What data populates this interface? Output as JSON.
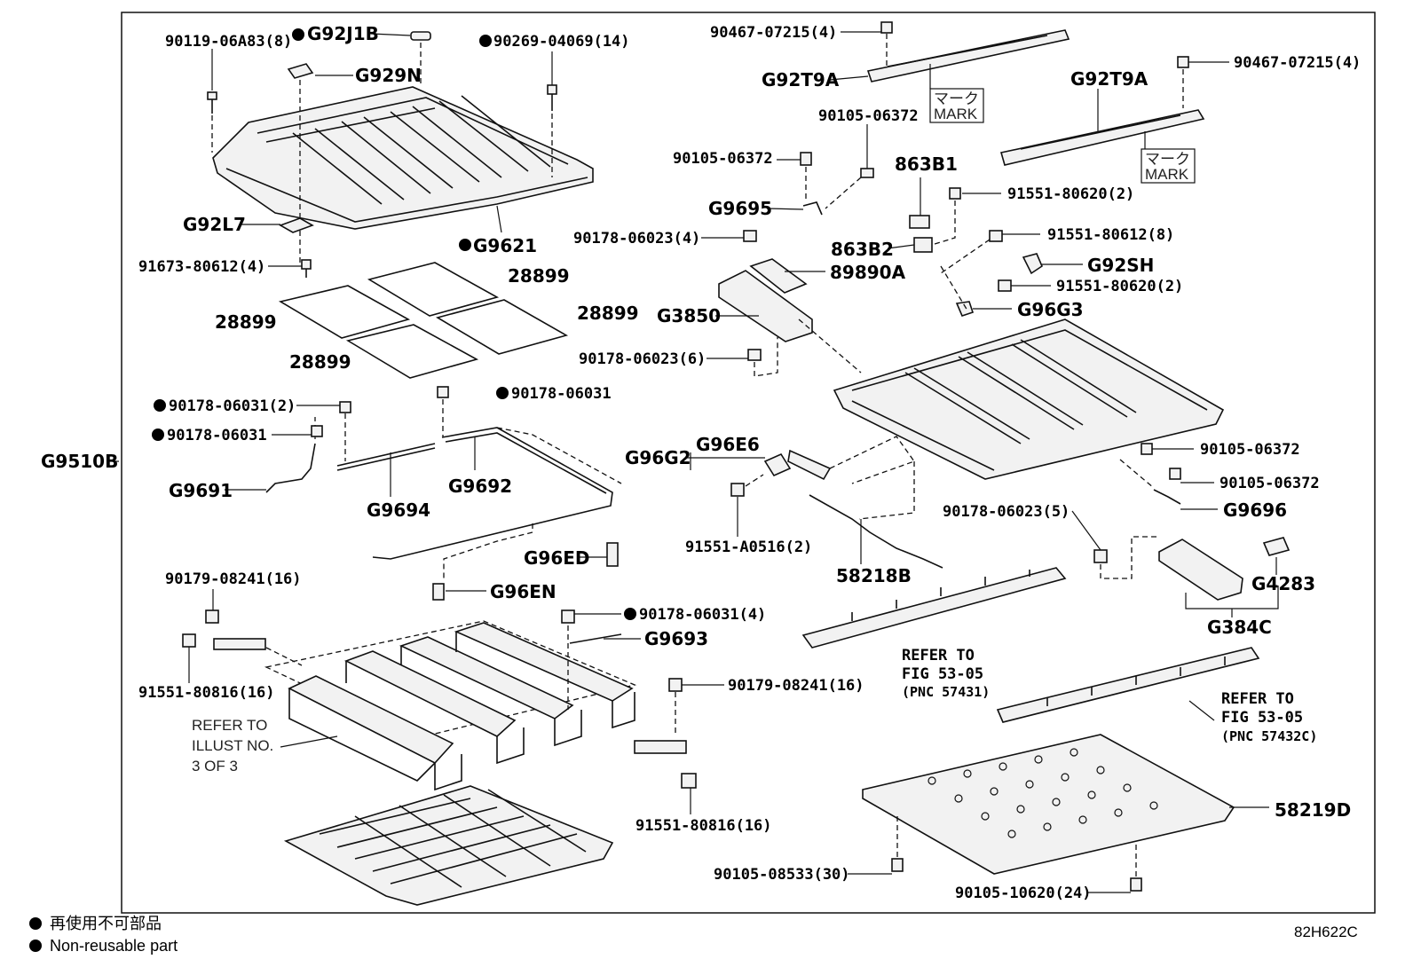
{
  "diagram_code": "82H622C",
  "legend": {
    "jp": "再使用不可部品",
    "en": "Non-reusable part"
  },
  "mark_label_jp": "マーク",
  "mark_label_en": "MARK",
  "refer_illust": [
    "REFER TO",
    "ILLUST NO.",
    "3 OF 3"
  ],
  "refer_fig_1": [
    "REFER TO",
    "FIG 53-05",
    "(PNC 57431)"
  ],
  "refer_fig_2": [
    "REFER TO",
    "FIG 53-05",
    "(PNC 57432C)"
  ],
  "labels": {
    "p90119": "90119-06A83(8)",
    "pG92J1B": "G92J1B",
    "p90269": "90269-04069(14)",
    "pG929N": "G929N",
    "pG92L7": "G92L7",
    "pG9621": "G9621",
    "p91673": "91673-80612(4)",
    "p28899a": "28899",
    "p28899b": "28899",
    "p28899c": "28899",
    "p28899d": "28899",
    "pG9510B": "G9510B",
    "p90178_2": "90178-06031(2)",
    "p90178_a": "90178-06031",
    "p90178_b": "90178-06031",
    "pG9691": "G9691",
    "pG9694": "G9694",
    "pG9692": "G9692",
    "pG96ED": "G96ED",
    "pG96EN": "G96EN",
    "p90179a": "90179-08241(16)",
    "p90178_4": "90178-06031(4)",
    "pG9693": "G9693",
    "p91551_816a": "91551-80816(16)",
    "p90179b": "90179-08241(16)",
    "p91551_816b": "91551-80816(16)",
    "p90467a": "90467-07215(4)",
    "pG92T9Aa": "G92T9A",
    "p90467b": "90467-07215(4)",
    "pG92T9Ab": "G92T9A",
    "p90105a": "90105-06372",
    "p90105b": "90105-06372",
    "p863B1": "863B1",
    "p91551_620a": "91551-80620(2)",
    "pG9695": "G9695",
    "p90178_023_4": "90178-06023(4)",
    "p863B2": "863B2",
    "p91551_612": "91551-80612(8)",
    "p89890A": "89890A",
    "pG92SH": "G92SH",
    "p91551_620b": "91551-80620(2)",
    "pG3850": "G3850",
    "pG96G3": "G96G3",
    "p90178_023_6": "90178-06023(6)",
    "pG96G2": "G96G2",
    "pG96E6": "G96E6",
    "p90105c": "90105-06372",
    "p90105d": "90105-06372",
    "pG9696": "G9696",
    "p91551_A0516": "91551-A0516(2)",
    "p90178_023_5": "90178-06023(5)",
    "p58218B": "58218B",
    "pG4283": "G4283",
    "pG384C": "G384C",
    "p58219D": "58219D",
    "p90105_8533": "90105-08533(30)",
    "p90105_10620": "90105-10620(24)"
  }
}
